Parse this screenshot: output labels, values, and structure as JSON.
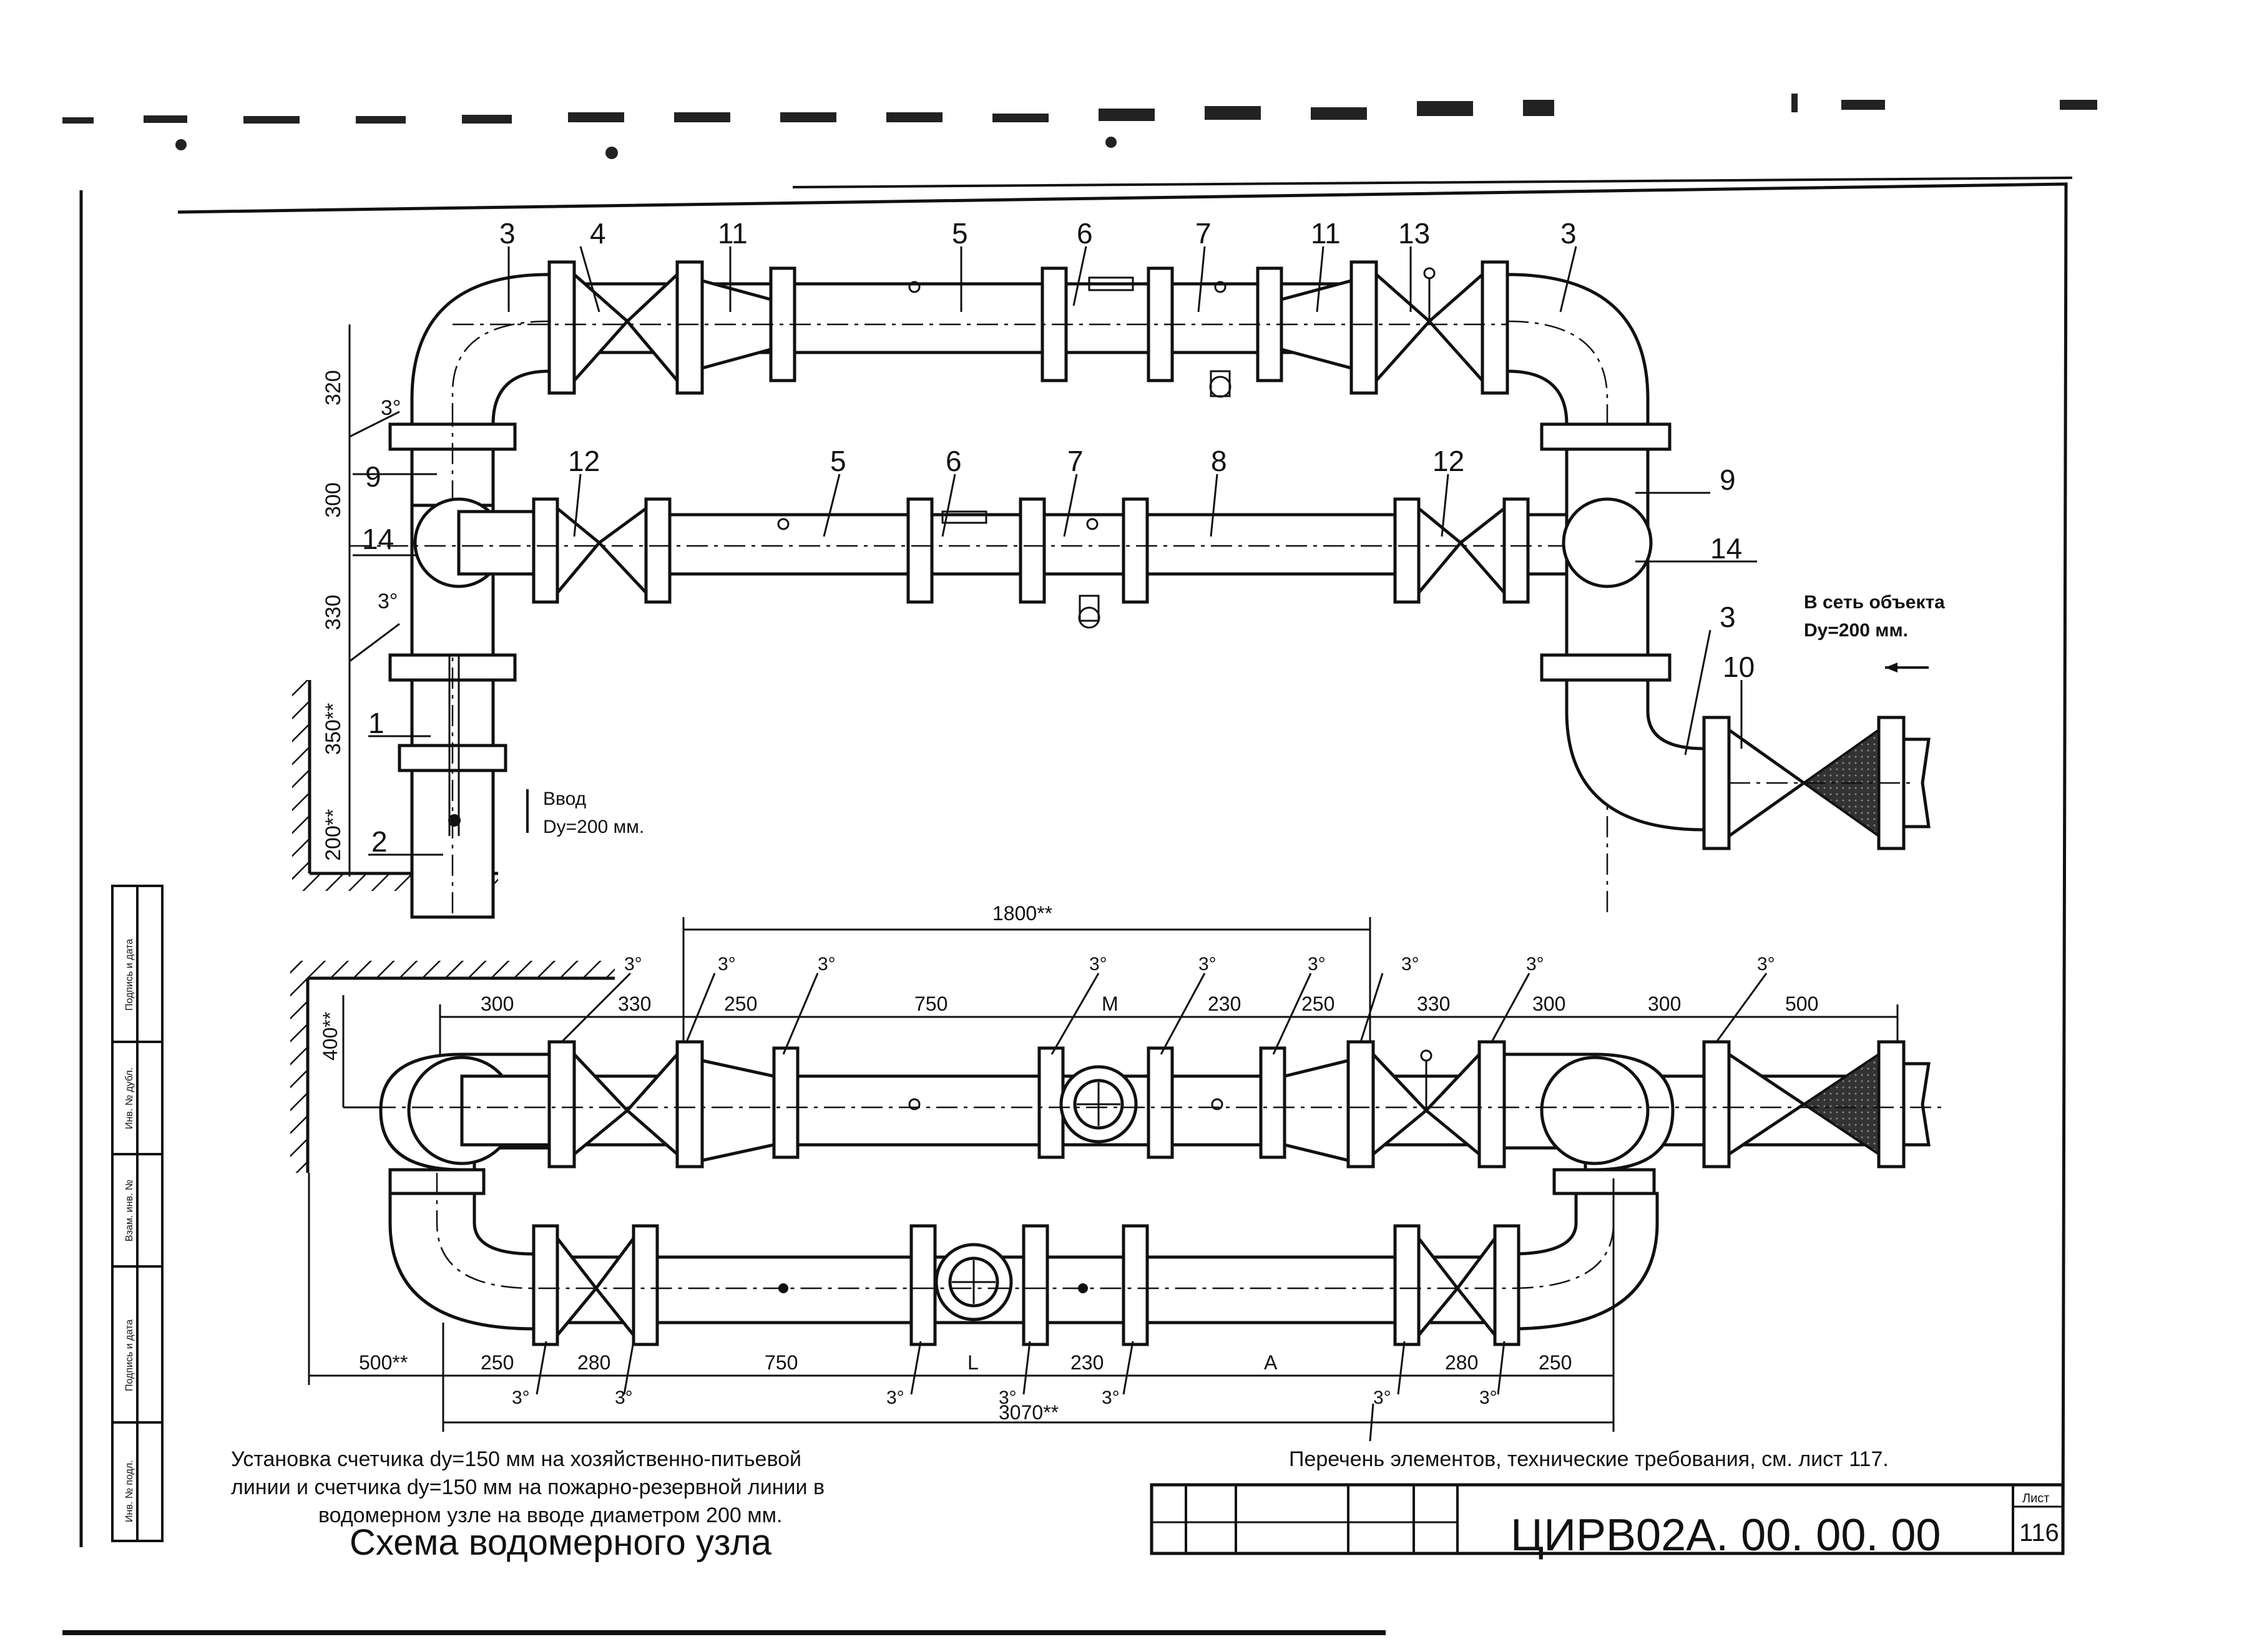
{
  "callouts": {
    "upper": [
      "3",
      "4",
      "11",
      "5",
      "6",
      "7",
      "11",
      "13",
      "3"
    ],
    "middle": [
      "12",
      "5",
      "6",
      "7",
      "8",
      "12"
    ],
    "left": [
      "9",
      "14",
      "1",
      "2"
    ],
    "right": [
      "9",
      "14",
      "3",
      "10"
    ]
  },
  "inlet": {
    "title": "Ввод",
    "size": "Dy=200 мм."
  },
  "outlet": {
    "title": "В сеть объекта",
    "size": "Dy=200 мм."
  },
  "left_dims": [
    "320",
    "300",
    "330",
    "350**",
    "200**"
  ],
  "lower_left_dim": "400**",
  "top_overall": "1800**",
  "angle": "3°",
  "row1_dims": [
    "300",
    "330",
    "250",
    "750",
    "M",
    "230",
    "250",
    "330",
    "300",
    "300",
    "500"
  ],
  "row2_dims": [
    "500**",
    "250",
    "280",
    "750",
    "L",
    "230",
    "A",
    "280",
    "250"
  ],
  "bottom_overall": "3070**",
  "notes": {
    "left": [
      "Установка счетчика dy=150 мм на хозяйственно-питьевой",
      "линии и счетчика dy=150 мм на пожарно-резервной линии в",
      "водомерном узле на вводе диаметром 200 мм."
    ],
    "right": "Перечень элементов, технические требования, см. лист 117."
  },
  "title_block": {
    "caption": "Схема водомерного узла",
    "code": "ЦИРВ02А. 00. 00. 00",
    "sheet_label": "Лист",
    "sheet_number": "116"
  },
  "side_stamp": [
    "Подпись и дата",
    "Инв. № дубл.",
    "Взам. инв. №",
    "Подпись и дата",
    "Инв. № подл."
  ]
}
